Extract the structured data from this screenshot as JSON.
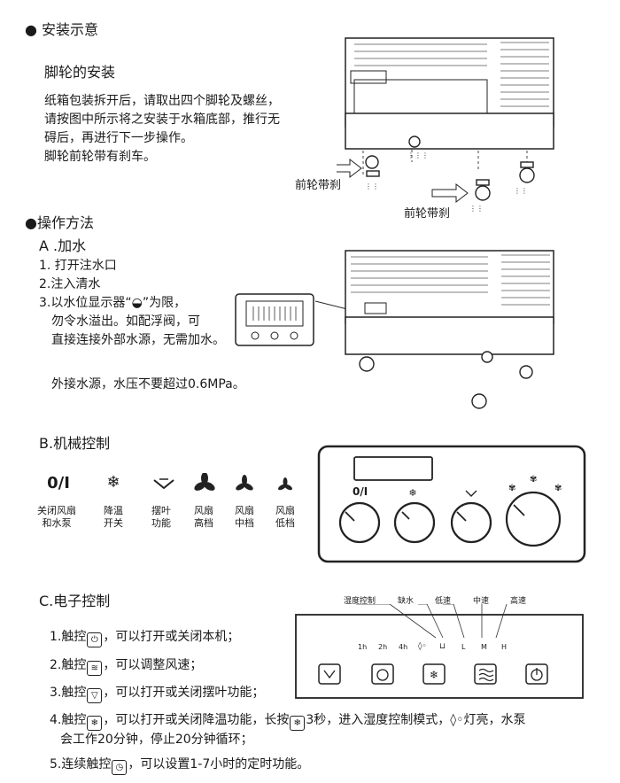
{
  "section1": {
    "title": "安装示意",
    "subtitle": "脚轮的安装",
    "para": [
      "纸箱包装拆开后，请取出四个脚轮及螺丝，",
      "请按图中所示将之安装于水箱底部，推行无",
      "碍后，再进行下一步操作。",
      "脚轮前轮带有刹车。"
    ],
    "brake_label_1": "前轮带刹",
    "brake_label_2": "前轮带刹"
  },
  "section2": {
    "title": "操作方法",
    "sub_a": "A .加水",
    "steps": [
      "1. 打开注水口",
      "2.注入清水",
      "3.以水位显示器“◒”为限，",
      "勿令水溢出。如配浮阀，可",
      "直接连接外部水源，无需加水。"
    ],
    "note": "外接水源，水压不要超过0.6MPa。"
  },
  "mechanical": {
    "title": "B.机械控制",
    "icons": [
      {
        "symbol": "0/I",
        "icon": "power-toggle-icon",
        "line1": "关闭风扇",
        "line2": "和水泵"
      },
      {
        "symbol": "❄",
        "icon": "snowflake-icon",
        "line1": "降温",
        "line2": "开关"
      },
      {
        "symbol": "",
        "icon": "swing-icon",
        "line1": "摆叶",
        "line2": "功能"
      },
      {
        "symbol": "",
        "icon": "fan-high-icon",
        "line1": "风扇",
        "line2": "高档"
      },
      {
        "symbol": "",
        "icon": "fan-mid-icon",
        "line1": "风扇",
        "line2": "中档"
      },
      {
        "symbol": "",
        "icon": "fan-low-icon",
        "line1": "风扇",
        "line2": "低档"
      }
    ],
    "panel_knob_label": "0/I"
  },
  "electronic": {
    "title": "C.电子控制",
    "top_labels": [
      "湿度控制",
      "缺水",
      "低速",
      "中速",
      "高速"
    ],
    "indicators": [
      "1h",
      "2h",
      "4h",
      "L",
      "M",
      "H"
    ],
    "items": [
      {
        "prefix": "1.触控",
        "suffix": "，可以打开或关闭本机；"
      },
      {
        "prefix": "2.触控",
        "suffix": "，可以调整风速；"
      },
      {
        "prefix": "3.触控",
        "suffix": "，可以打开或关闭摆叶功能；"
      },
      {
        "prefix": "4.触控",
        "mid1": "，可以打开或关闭降温功能，长按",
        "mid2": "3秒，进入湿度控制模式，",
        "mid3": "灯亮，水泵",
        "line2": "会工作20分钟，停止20分钟循环；"
      },
      {
        "prefix": "5.连续触控",
        "suffix": "，可以设置1-7小时的定时功能。"
      }
    ]
  }
}
